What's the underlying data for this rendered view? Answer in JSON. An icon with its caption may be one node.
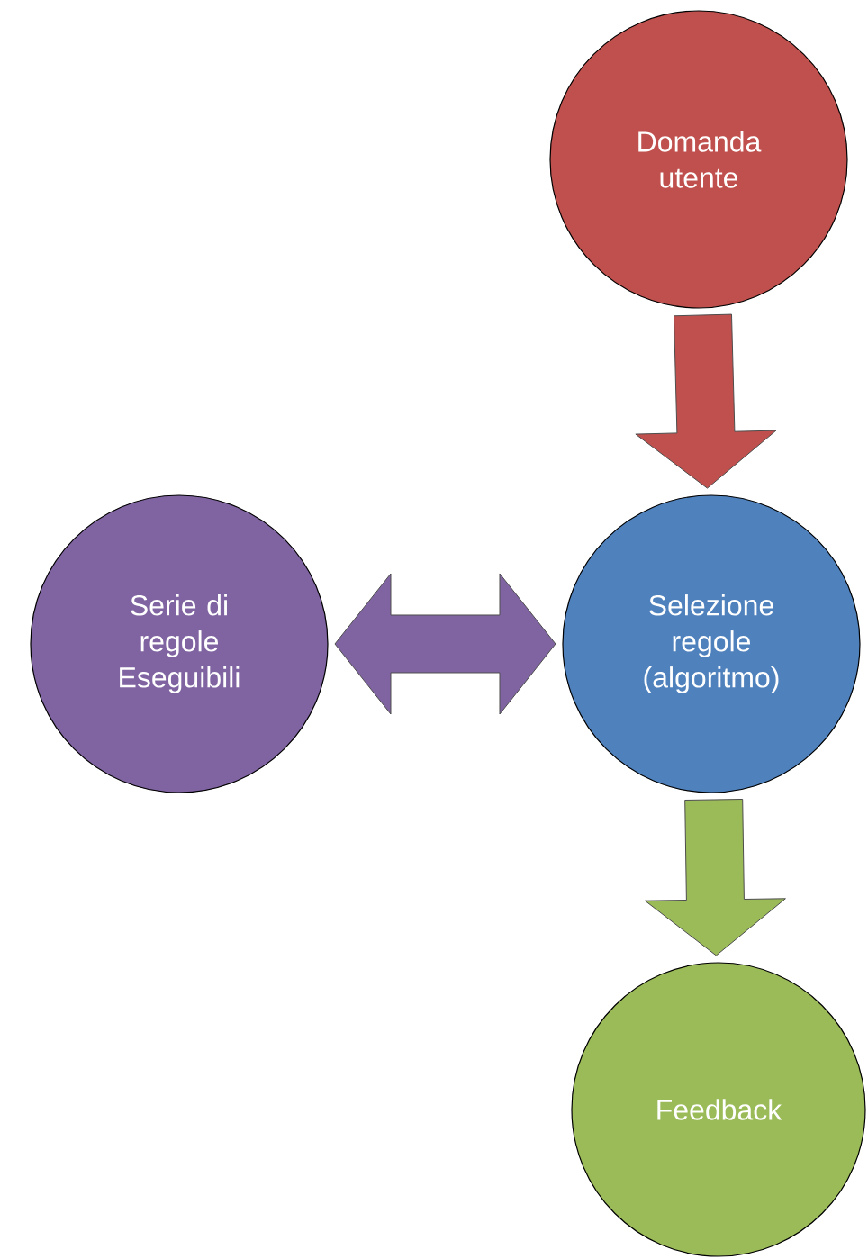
{
  "diagram": {
    "nodes": [
      {
        "text": [
          "Domanda utente"
        ]
      },
      {
        "text": [
          "Serie di regole Eseguibili"
        ]
      },
      {
        "text": [
          "Selezione regole (algoritmo)"
        ]
      },
      {
        "text": [
          "Feedback"
        ]
      }
    ],
    "edges": [
      {
        "from": 0,
        "to": 2,
        "arrow": "to",
        "color": "#c0504d"
      },
      {
        "from": 2,
        "to": 1,
        "arrow": "both",
        "color": "#8064a2"
      },
      {
        "from": 2,
        "to": 3,
        "arrow": "to",
        "color": "#9bbb59"
      }
    ]
  }
}
